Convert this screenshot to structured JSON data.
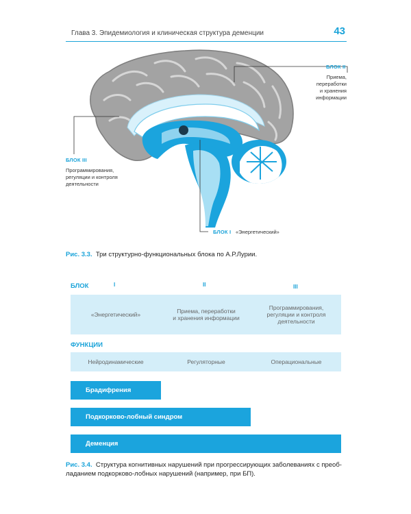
{
  "header": {
    "chapter": "Глава 3. Эпидемиология и клиническая структура деменции",
    "page_number": "43"
  },
  "figure1": {
    "block2": {
      "title": "БЛОК II",
      "desc": [
        "Приема,",
        "переработки",
        "и хранения",
        "информации"
      ]
    },
    "block3": {
      "title": "БЛОК III",
      "desc": [
        "Программирования,",
        "регуляции и контроля",
        "деятельности"
      ]
    },
    "block1": {
      "title": "БЛОК I",
      "desc": "«Энергетический»"
    },
    "caption_label": "Рис. 3.3.",
    "caption_text": "Три структурно-функциональных блока по А.Р.Лурии."
  },
  "figure2": {
    "block_header": "БЛОК",
    "numerals": [
      "I",
      "II",
      "III"
    ],
    "blocks": [
      {
        "lines": [
          "«Энергетический»"
        ]
      },
      {
        "lines": [
          "Приема, переработки",
          "и хранения информации"
        ]
      },
      {
        "lines": [
          "Программирования,",
          "регуляции и контроля",
          "деятельности"
        ]
      }
    ],
    "functions_header": "ФУНКЦИИ",
    "functions": [
      "Нейродинамические",
      "Регуляторные",
      "Операциональные"
    ],
    "bars": [
      {
        "label": "Брадифрения"
      },
      {
        "label": "Подкорково-лобный синдром"
      },
      {
        "label": "Деменция"
      }
    ],
    "caption_label": "Рис. 3.4.",
    "caption_line1": "Структура когнитивных нарушений при прогрессирующих заболеваниях с преоб-",
    "caption_line2": "ладанием подкорково-лобных нарушений (например, при БП)."
  },
  "colors": {
    "accent": "#1aa3d9",
    "band": "#d4eef9",
    "gray_brain": "#9a9a9a"
  }
}
